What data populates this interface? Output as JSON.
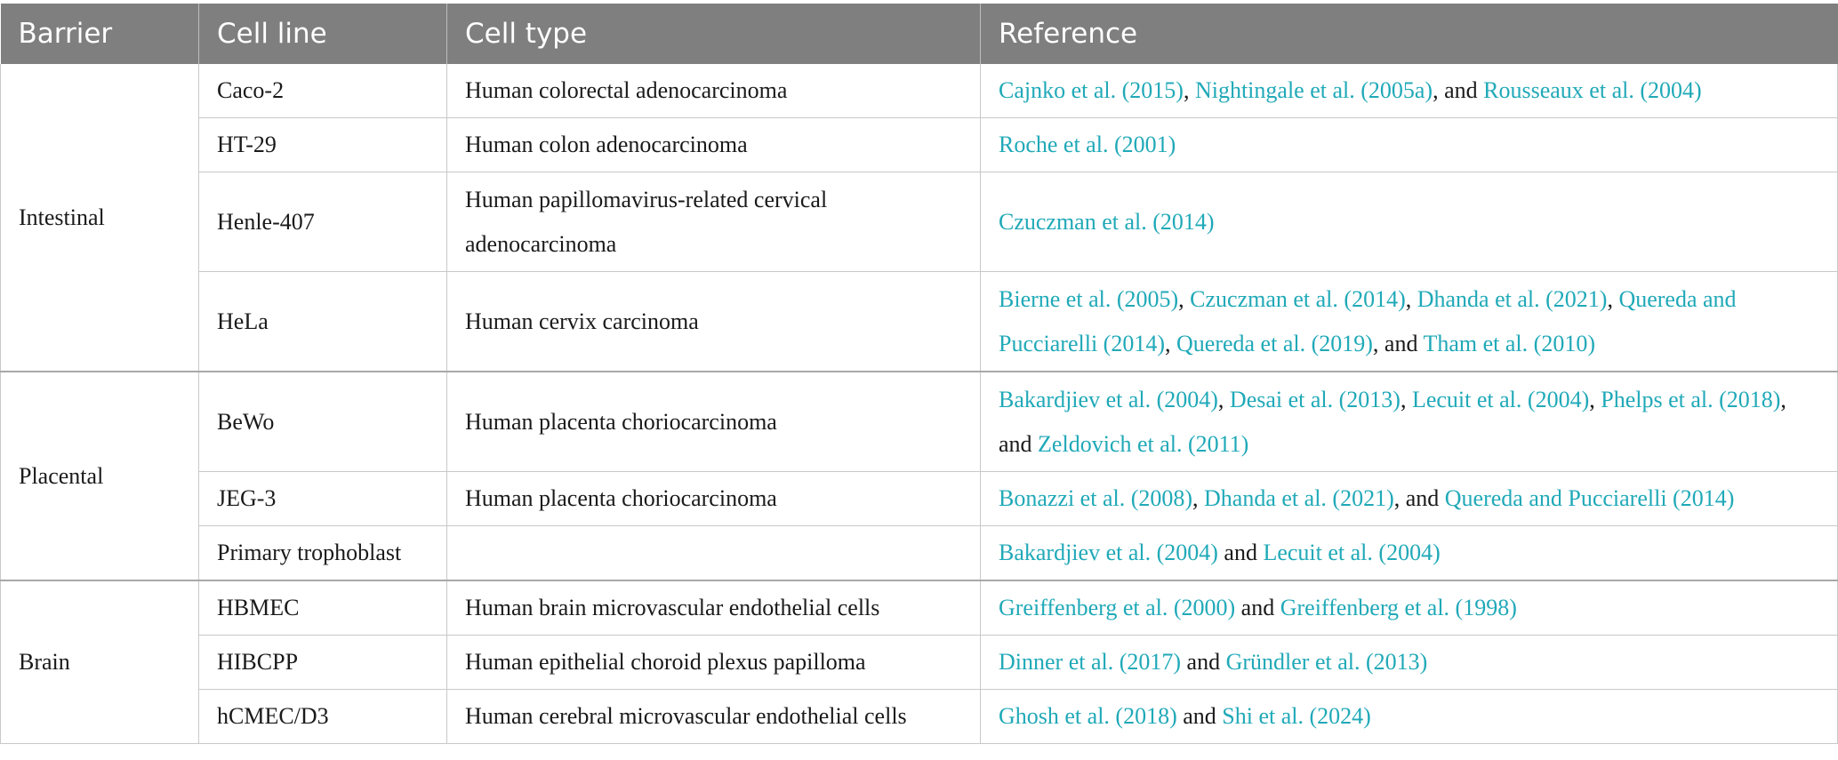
{
  "table": {
    "headers": [
      "Barrier",
      "Cell line",
      "Cell type",
      "Reference"
    ],
    "groups": [
      {
        "barrier": "Intestinal",
        "rows": [
          {
            "cell_line": "Caco-2",
            "cell_type": "Human colorectal adenocarcinoma",
            "refs": [
              "Cajnko et al. (2015)",
              "Nightingale et al. (2005a)",
              "Rousseaux et al. (2004)"
            ],
            "seps": [
              ", ",
              ", and ",
              ""
            ]
          },
          {
            "cell_line": "HT-29",
            "cell_type": "Human colon adenocarcinoma",
            "refs": [
              "Roche et al. (2001)"
            ],
            "seps": [
              ""
            ]
          },
          {
            "cell_line": "Henle-407",
            "cell_type": "Human papillomavirus-related cervical adenocarcinoma",
            "refs": [
              "Czuczman et al. (2014)"
            ],
            "seps": [
              ""
            ]
          },
          {
            "cell_line": "HeLa",
            "cell_type": "Human cervix carcinoma",
            "refs": [
              "Bierne et al. (2005)",
              "Czuczman et al. (2014)",
              "Dhanda et al. (2021)",
              "Quereda and Pucciarelli (2014)",
              "Quereda et al. (2019)",
              "Tham et al. (2010)"
            ],
            "seps": [
              ", ",
              ", ",
              ", ",
              ", ",
              ", and ",
              ""
            ]
          }
        ]
      },
      {
        "barrier": "Placental",
        "rows": [
          {
            "cell_line": "BeWo",
            "cell_type": "Human placenta choriocarcinoma",
            "refs": [
              "Bakardjiev et al. (2004)",
              "Desai et al. (2013)",
              "Lecuit et al. (2004)",
              "Phelps et al. (2018)",
              "Zeldovich et al. (2011)"
            ],
            "seps": [
              ", ",
              ", ",
              ", ",
              ", and ",
              ""
            ]
          },
          {
            "cell_line": "JEG-3",
            "cell_type": "Human placenta choriocarcinoma",
            "refs": [
              "Bonazzi et al. (2008)",
              "Dhanda et al. (2021)",
              "Quereda and Pucciarelli (2014)"
            ],
            "seps": [
              ", ",
              ", and ",
              ""
            ]
          },
          {
            "cell_line": "Primary trophoblast",
            "cell_type": "",
            "refs": [
              "Bakardjiev et al. (2004)",
              "Lecuit et al. (2004)"
            ],
            "seps": [
              " and ",
              ""
            ]
          }
        ]
      },
      {
        "barrier": "Brain",
        "rows": [
          {
            "cell_line": "HBMEC",
            "cell_type": "Human brain microvascular endothelial cells",
            "refs": [
              "Greiffenberg et al. (2000)",
              "Greiffenberg et al. (1998)"
            ],
            "seps": [
              " and ",
              ""
            ]
          },
          {
            "cell_line": "HIBCPP",
            "cell_type": "Human epithelial choroid plexus papilloma",
            "refs": [
              "Dinner et al. (2017)",
              "Gründler et al. (2013)"
            ],
            "seps": [
              " and ",
              ""
            ]
          },
          {
            "cell_line": "hCMEC/D3",
            "cell_type": "Human cerebral microvascular endothelial cells",
            "refs": [
              "Ghosh et al. (2018)",
              "Shi et al. (2024)"
            ],
            "seps": [
              " and ",
              ""
            ]
          }
        ]
      }
    ]
  },
  "colors": {
    "header_bg": "#7f7f7f",
    "header_text": "#ffffff",
    "link": "#20a9b8",
    "border": "#c9c9c9"
  }
}
